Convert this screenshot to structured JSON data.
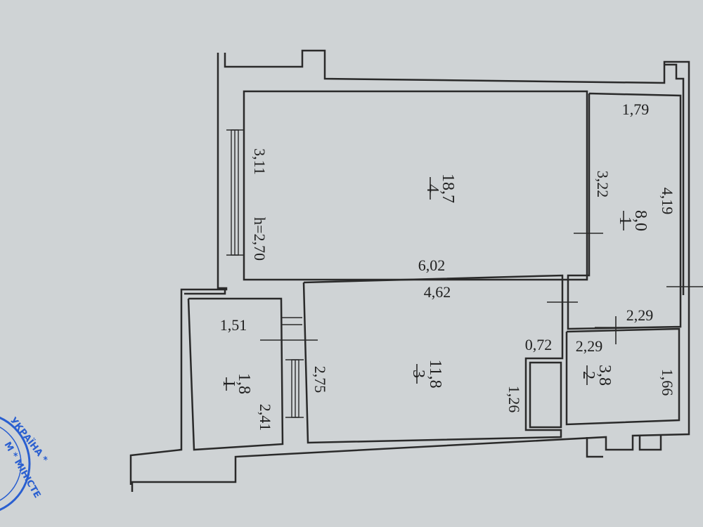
{
  "ceiling_height": "h=2,70",
  "rooms": [
    {
      "number": "4",
      "area": "18,7"
    },
    {
      "number": "1",
      "area": "8,0"
    },
    {
      "number": "3",
      "area": "11,8"
    },
    {
      "number": "2",
      "area": "3,8"
    },
    {
      "number": "I",
      "area": "1,8"
    }
  ],
  "dimensions": {
    "room4_top": "3,11",
    "room4_long": "6,02",
    "room4_right": "3,22",
    "room1_top": "1,79",
    "room1_long": "4,19",
    "room1_bottom": "2,29",
    "room3_top": "4,62",
    "room3_left": "2,75",
    "room3_small": "0,72",
    "room3_right": "1,26",
    "room2_top": "2,29",
    "room2_right": "1,66",
    "roomI_top": "1,51",
    "roomI_right": "2,41"
  },
  "stamp": {
    "text1": "УКРАЇНА *",
    "text2": "М * МІНІСТЕ"
  },
  "colors": {
    "paper": "#c9cdd0",
    "ink": "#2a2a2a",
    "stamp": "#2a5fd0"
  }
}
